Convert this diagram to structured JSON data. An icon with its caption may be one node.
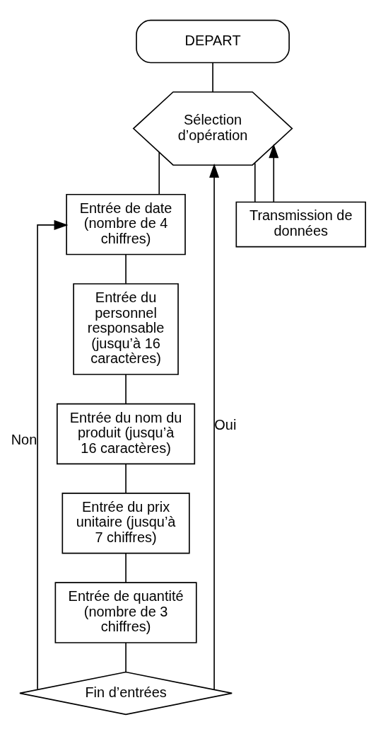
{
  "diagram": {
    "nodes": [
      {
        "text": [
          "DEPART"
        ]
      },
      {
        "text": [
          "Sélection d’opération"
        ]
      },
      {
        "text": [
          "Entrée de date (nombre de 4 chiffres)"
        ]
      },
      {
        "text": [
          "Entrée du personnel responsable (jusqu’à 16 caractères)"
        ]
      },
      {
        "text": [
          "Entrée du nom du produit (jusqu’à 16 caractères)"
        ]
      },
      {
        "text": [
          "Entrée du prix unitaire (jusqu’à 7 chiffres)"
        ]
      },
      {
        "text": [
          "Entrée de quantité (nombre de 3 chiffres)"
        ]
      },
      {
        "text": [
          "Fin d’entrées"
        ]
      },
      {
        "text": [
          "Transmission de données"
        ]
      }
    ],
    "edges": [
      {
        "from": 0,
        "to": 1,
        "arrow": "none"
      },
      {
        "from": 1,
        "to": 2,
        "arrow": "none"
      },
      {
        "from": 1,
        "to": 8,
        "arrow": "none"
      },
      {
        "from": 2,
        "to": 3,
        "arrow": "none"
      },
      {
        "from": 3,
        "to": 4,
        "arrow": "none"
      },
      {
        "from": 4,
        "to": 5,
        "arrow": "none"
      },
      {
        "from": 5,
        "to": 6,
        "arrow": "none"
      },
      {
        "from": 6,
        "to": 7,
        "arrow": "none"
      },
      {
        "from": 7,
        "to": 2,
        "arrow": "to",
        "label": "Non"
      },
      {
        "from": 7,
        "to": 1,
        "arrow": "to",
        "label": "Oui"
      },
      {
        "from": 8,
        "to": 1,
        "arrow": "to"
      }
    ]
  }
}
